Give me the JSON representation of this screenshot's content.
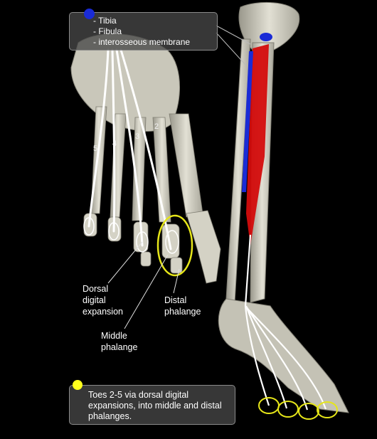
{
  "origin": {
    "marker_color": "#1a2bd6",
    "items": [
      "- Tibia",
      "- Fibula",
      "- interosseous membrane"
    ]
  },
  "insertion": {
    "marker_color": "#ffff1c",
    "text": "Toes 2-5 via dorsal digital expansions, into middle and distal phalanges."
  },
  "labels": {
    "dorsal_line1": "Dorsal",
    "dorsal_line2": "digital",
    "dorsal_line3": "expansion",
    "distal_line1": "Distal",
    "distal_line2": "phalange",
    "middle_line1": "Middle",
    "middle_line2": "phalange"
  },
  "toe_numbers": [
    "2",
    "3",
    "4",
    "5"
  ],
  "colors": {
    "bone": "#d8d6c8",
    "tendon": "#ffffff",
    "muscle": "#d40c0c",
    "origin_marker": "#1a2bd6",
    "insertion_ring": "#e6e619"
  }
}
